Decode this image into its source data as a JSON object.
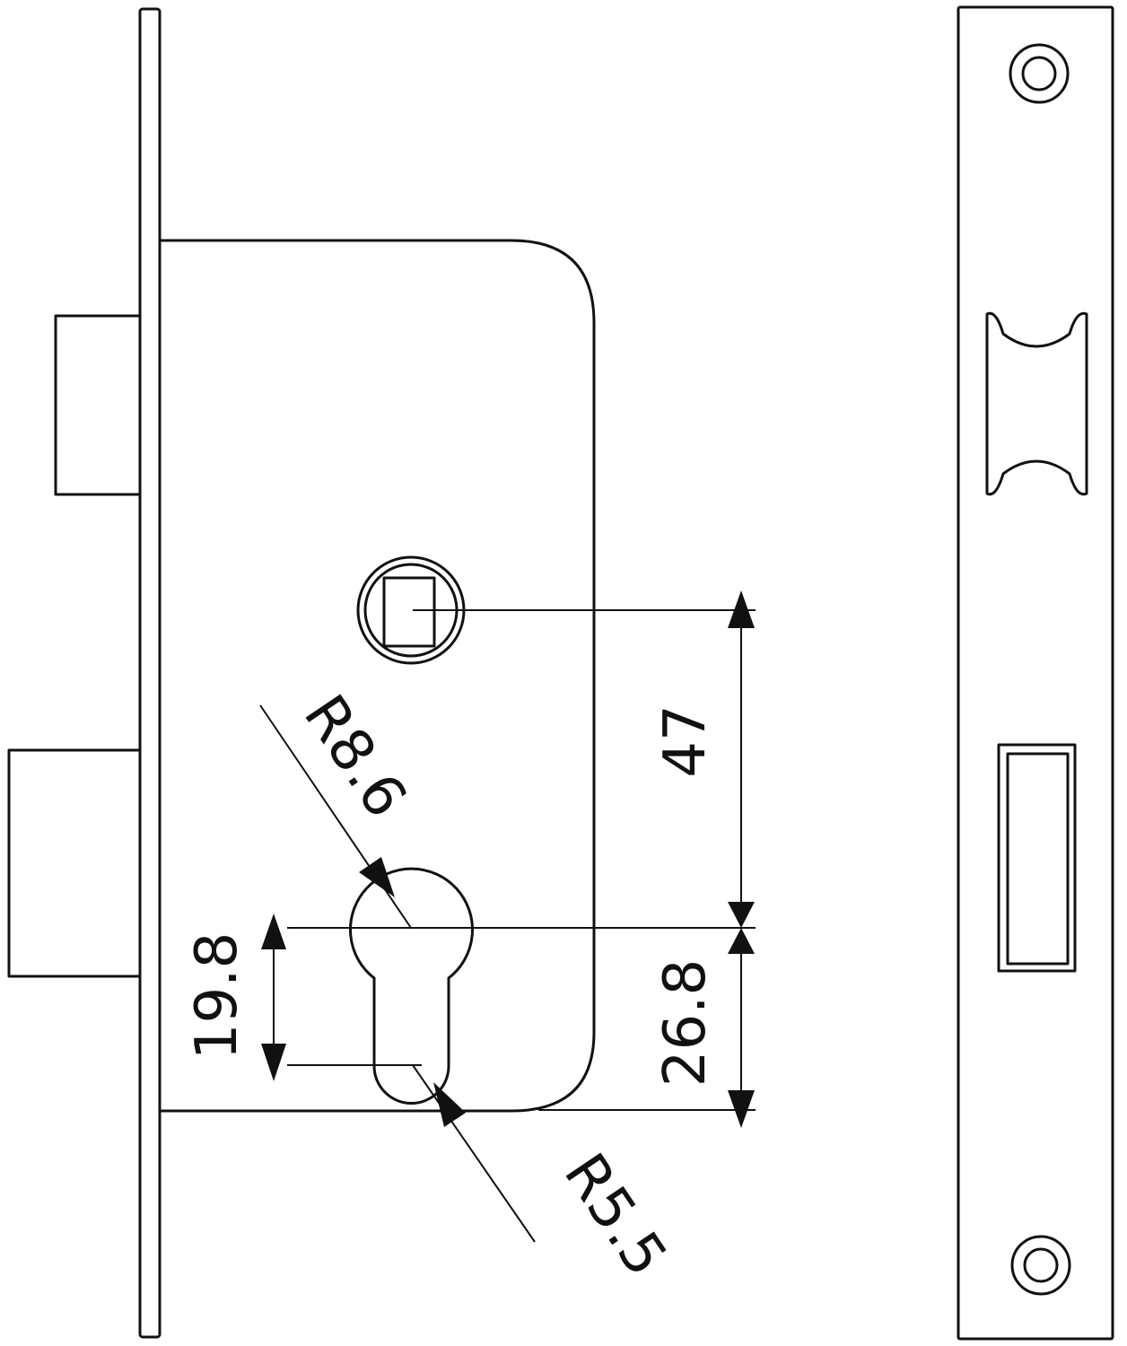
{
  "colors": {
    "line": "#111111",
    "background": "#ffffff"
  },
  "dimensions": {
    "spindle_to_cylinder": "47",
    "cylinder_to_bottom": "26.8",
    "cylinder_slot_length": "19.8",
    "cylinder_top_radius": "R8.6",
    "cylinder_bottom_radius": "R5.5"
  }
}
